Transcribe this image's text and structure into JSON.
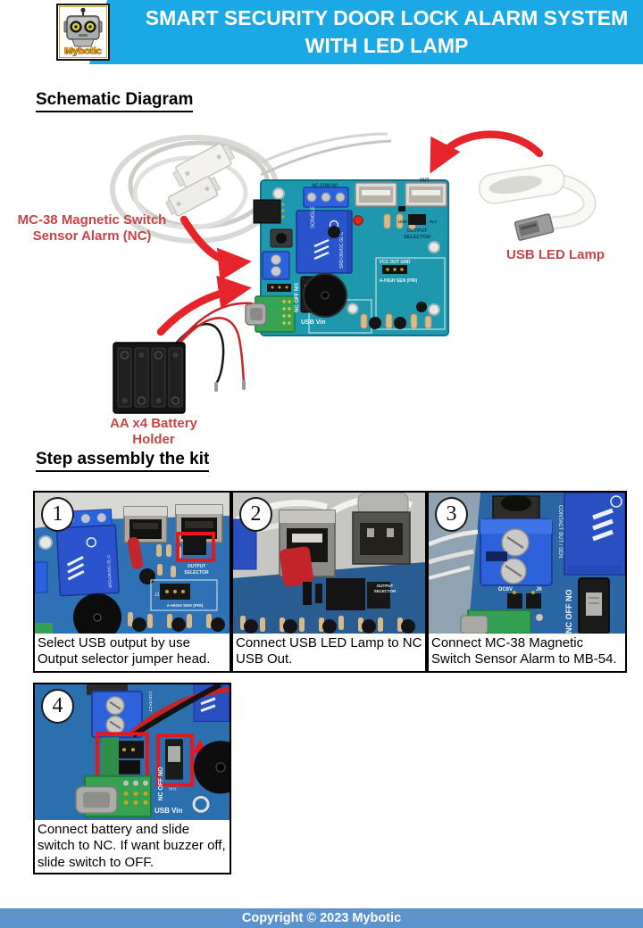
{
  "header": {
    "brand": "Mybotic",
    "title_line1": "SMART SECURITY DOOR LOCK ALARM SYSTEM",
    "title_line2": "WITH LED LAMP"
  },
  "headings": {
    "schematic": "Schematic Diagram",
    "assembly": "Step assembly the kit"
  },
  "schematic": {
    "labels": {
      "sensor1": "MC-38 Magnetic Switch",
      "sensor2": "Sensor Alarm (NC)",
      "lamp": "USB LED Lamp",
      "battery1": "AA x4 Battery",
      "battery2": "Holder"
    },
    "pcb": {
      "terminal": "NC COM NO",
      "out": "OUT",
      "usb": "USB",
      "rly": "RLY",
      "out_sel1": "OUTPUT",
      "out_sel2": "SELECTOR",
      "relay_model": "SRD-05VDC-SL-C",
      "relay_brand": "SONGLE",
      "vcc": "VCC OUT GND",
      "pir": "A-HIGH SEN (PIR)",
      "sw": "NC OFF NO",
      "vin": "USB Vin"
    }
  },
  "steps": [
    {
      "number": "1",
      "caption": "Select USB output by use Output selector jumper head.",
      "texts": {
        "out_sel1": "OUTPUT",
        "out_sel2": "SELECTOR",
        "j3": "J3",
        "pir": "A-HIGH SEN (PIR)"
      }
    },
    {
      "number": "2",
      "caption": "Connect USB LED Lamp to NC USB Out.",
      "texts": {
        "out_sel1": "OUTPUT",
        "out_sel2": "SELECTOR"
      }
    },
    {
      "number": "3",
      "caption": "Connect MC-38 Magnetic Switch Sensor Alarm to MB-54.",
      "texts": {
        "contact": "CONTACT BUT / SEN",
        "dc6v": "DC6V",
        "j6": "J6",
        "sw": "NC OFF NO"
      }
    },
    {
      "number": "4",
      "caption": "Connect battery and slide switch to NC. If want buzzer off, slide switch to OFF.",
      "texts": {
        "contact": "CONTACT",
        "sw": "NC OFF NO",
        "vin": "USB Vin",
        "sh1": "SH1"
      }
    }
  ],
  "footer": {
    "text": "Copyright © 2023 Mybotic"
  },
  "colors": {
    "banner": "#1AA9E4",
    "footer": "#5B93CE",
    "label_red": "#C64545",
    "arrow_red": "#E7242B",
    "pcb_teal": "#1E98AC",
    "photo_board_blue": "#2C6FAE"
  }
}
